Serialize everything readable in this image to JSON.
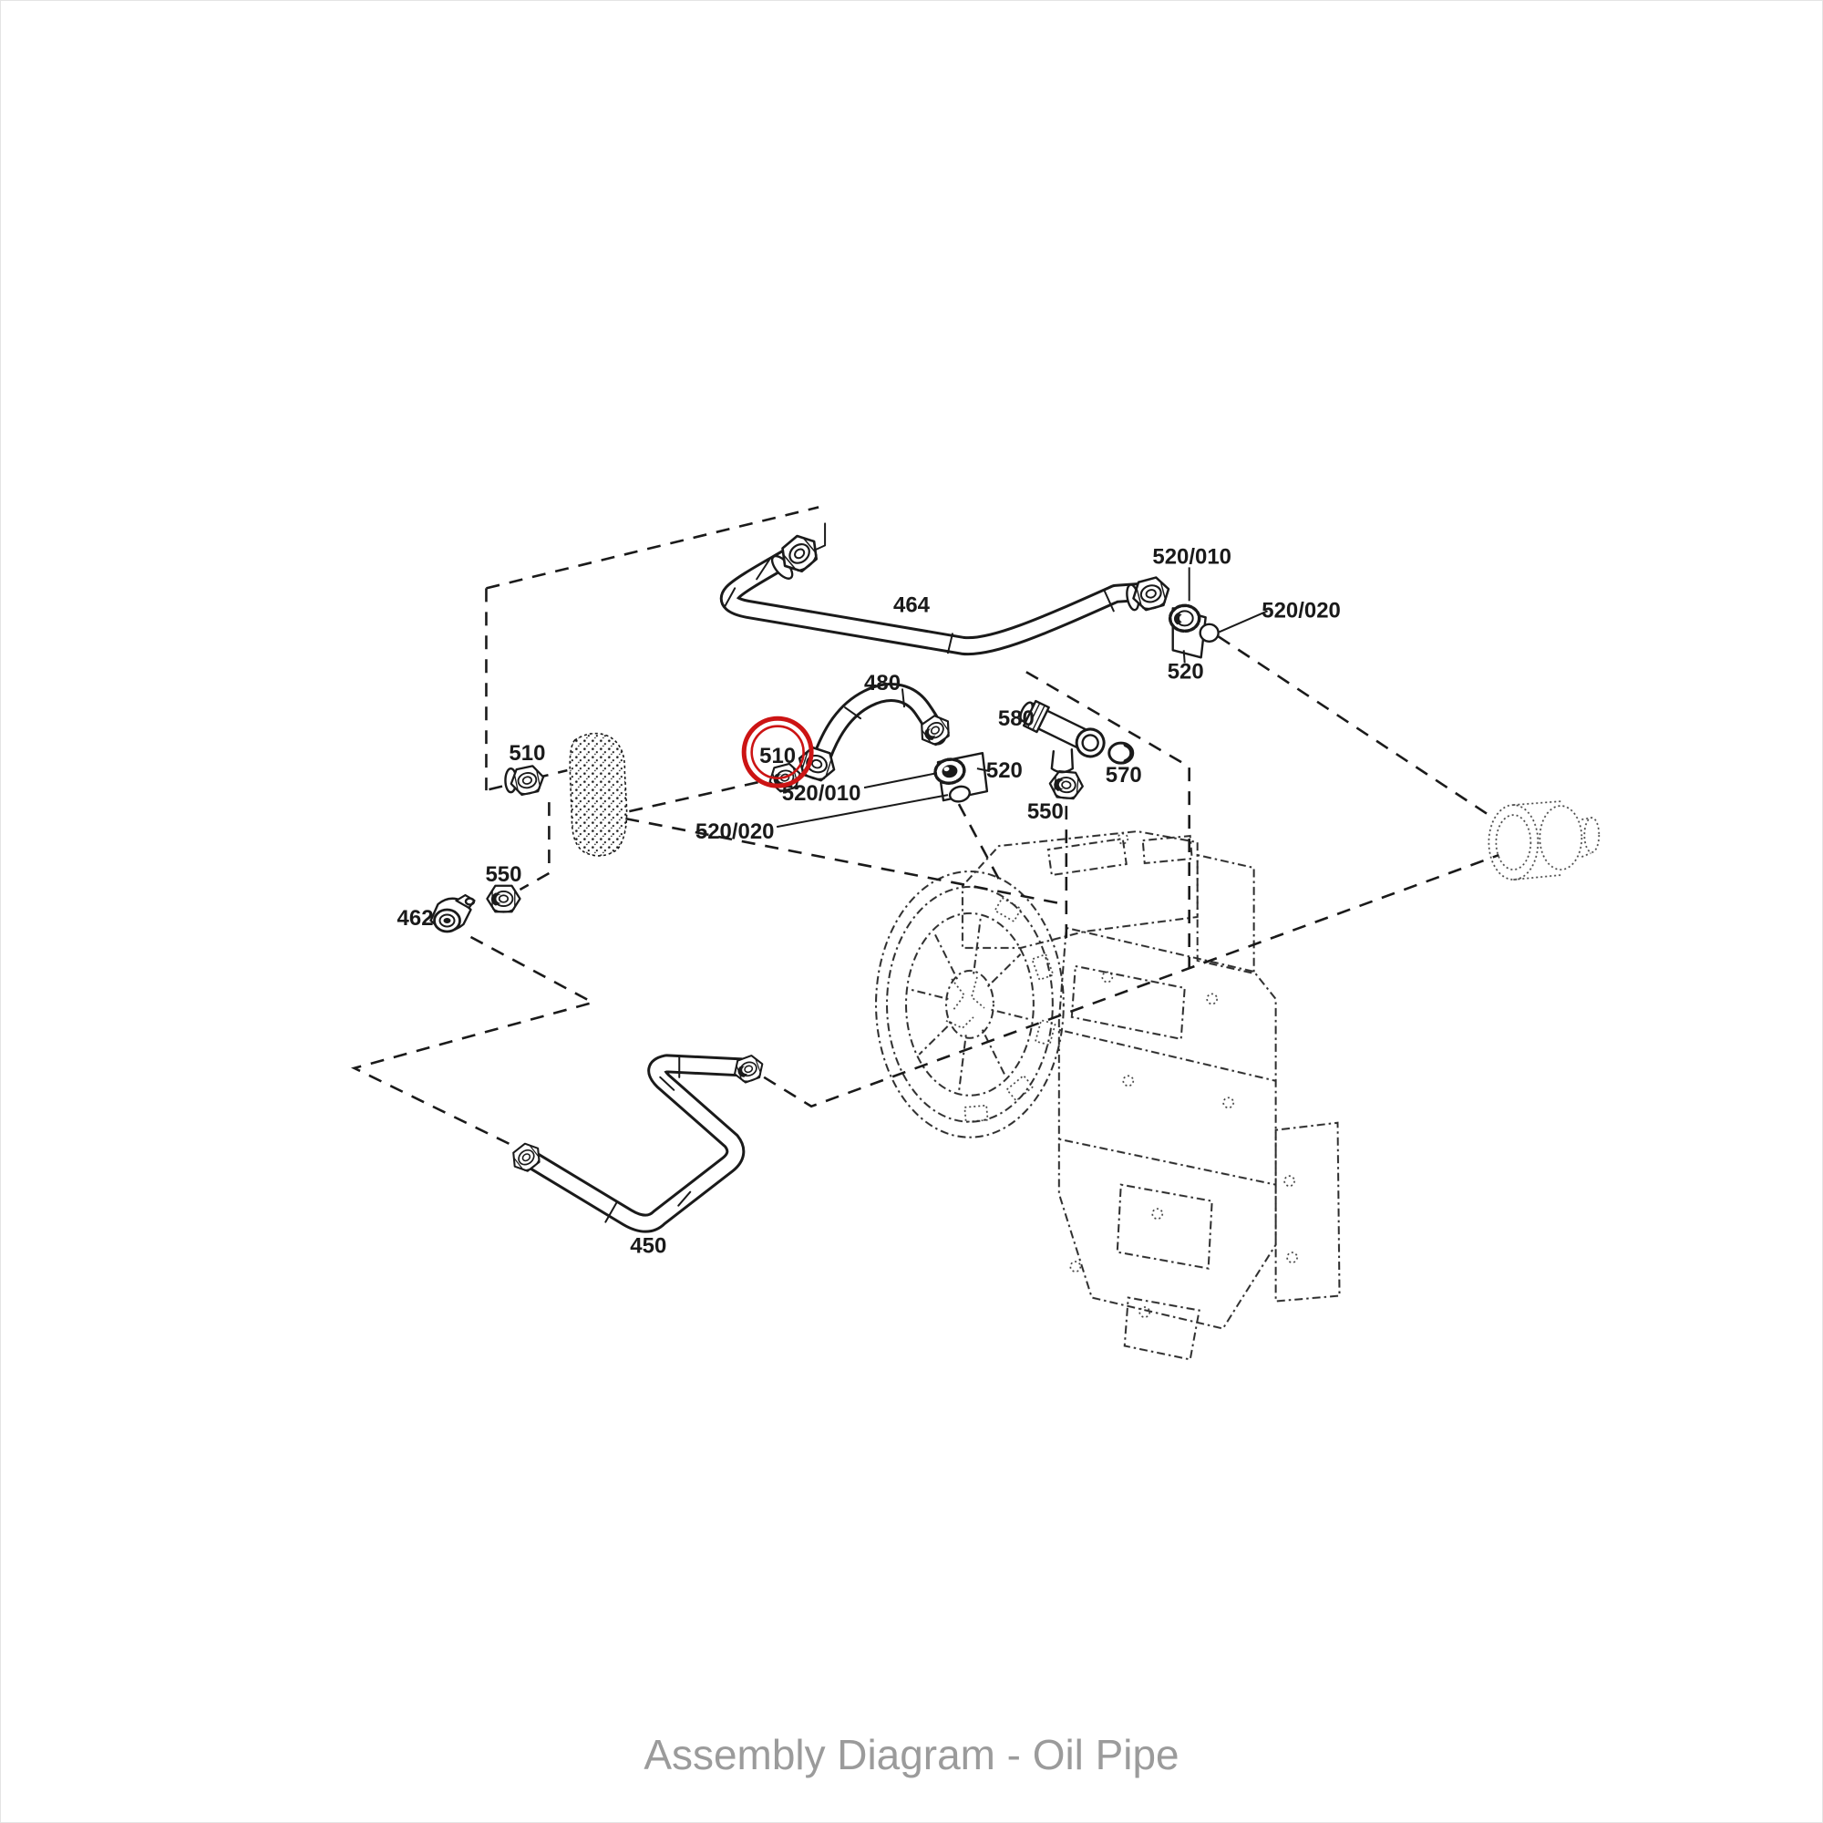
{
  "page": {
    "background": "#ffffff",
    "border_color": "#e4e4e4"
  },
  "caption": {
    "text": "Assembly Diagram - Oil Pipe",
    "color": "#9b9b9b"
  },
  "highlight": {
    "part": "510",
    "color": "#cc1414",
    "shape": "double-circle"
  },
  "diagram": {
    "type": "exploded-parts-diagram",
    "ink": "#1a1a1a",
    "labels": [
      {
        "part": "464",
        "text": "464"
      },
      {
        "part": "480",
        "text": "480"
      },
      {
        "part": "510",
        "text": "510"
      },
      {
        "part": "510",
        "text": "510"
      },
      {
        "part": "520/010",
        "text": "520/010"
      },
      {
        "part": "520/020",
        "text": "520/020"
      },
      {
        "part": "520",
        "text": "520"
      },
      {
        "part": "550",
        "text": "550"
      },
      {
        "part": "462",
        "text": "462"
      },
      {
        "part": "580",
        "text": "580"
      },
      {
        "part": "570",
        "text": "570"
      },
      {
        "part": "550",
        "text": "550"
      },
      {
        "part": "520/010",
        "text": "520/010"
      },
      {
        "part": "520/020",
        "text": "520/020"
      },
      {
        "part": "520",
        "text": "520"
      },
      {
        "part": "450",
        "text": "450"
      }
    ]
  }
}
